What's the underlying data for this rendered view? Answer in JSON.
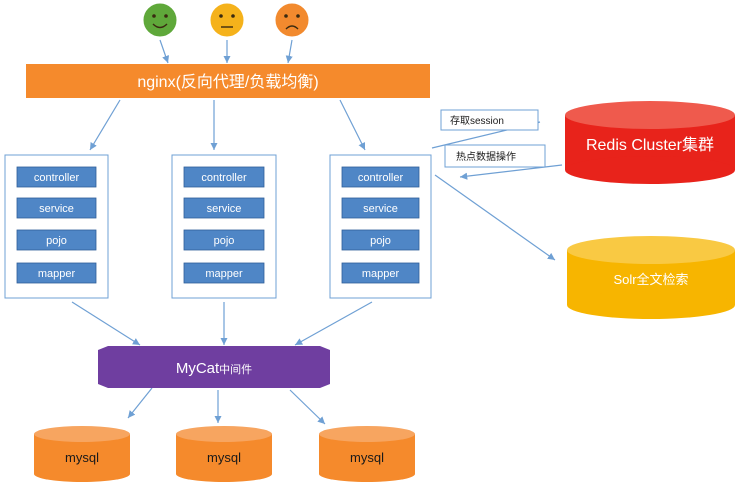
{
  "users": [
    {
      "icon": "user-happy-face-icon",
      "color": "#5fa83a"
    },
    {
      "icon": "user-neutral-face-icon",
      "color": "#f5b21b"
    },
    {
      "icon": "user-sad-face-icon",
      "color": "#f28a2e"
    }
  ],
  "nginx": {
    "label": "nginx(反向代理/负载均衡)",
    "color": "#f58a2c"
  },
  "app_servers": [
    {
      "modules": [
        "controller",
        "service",
        "pojo",
        "mapper"
      ]
    },
    {
      "modules": [
        "controller",
        "service",
        "pojo",
        "mapper"
      ]
    },
    {
      "modules": [
        "controller",
        "service",
        "pojo",
        "mapper"
      ]
    }
  ],
  "module_color": "#4f86c6",
  "notes": {
    "session": "存取session",
    "hot_data": "热点数据操作"
  },
  "redis": {
    "label": "Redis Cluster集群",
    "color": "#e8231b"
  },
  "solr": {
    "label": "Solr全文检索",
    "color": "#f7b500"
  },
  "mycat": {
    "label": "MyCat",
    "suffix": "中间件",
    "color": "#6f3ea0"
  },
  "mysql": [
    {
      "label": "mysql"
    },
    {
      "label": "mysql"
    },
    {
      "label": "mysql"
    }
  ],
  "mysql_color": "#f58a2c",
  "arrow_color": "#6fa0d4"
}
